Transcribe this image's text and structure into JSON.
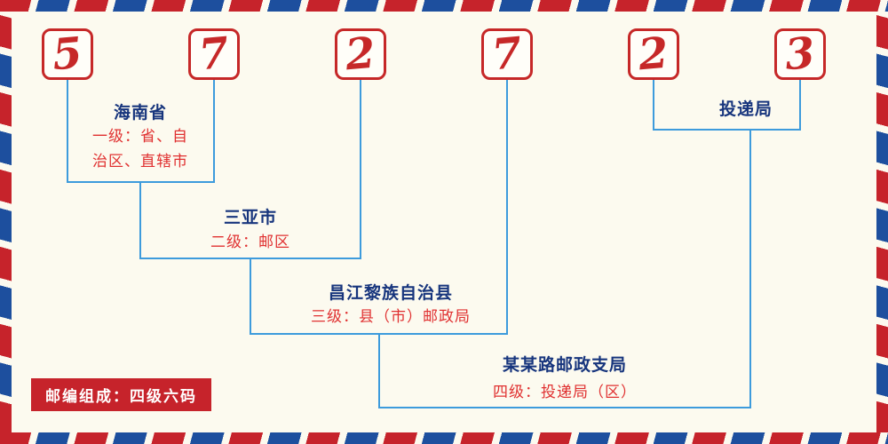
{
  "postal_code": {
    "digits": [
      "5",
      "7",
      "2",
      "7",
      "2",
      "3"
    ]
  },
  "levels": [
    {
      "name": "海南省",
      "desc": "一级：省、自治区、直辖市"
    },
    {
      "name": "三亚市",
      "desc": "二级：邮区"
    },
    {
      "name": "昌江黎族自治县",
      "desc": "三级：县（市）邮政局"
    },
    {
      "name": "某某路邮政支局",
      "desc": "四级：投递局（区）"
    },
    {
      "name": "投递局",
      "desc": ""
    }
  ],
  "badge": {
    "label": "邮编组成：四级六码"
  },
  "colors": {
    "stripe_red": "#c6232b",
    "stripe_blue": "#1d4f9e",
    "digit_red": "#c62828",
    "line_blue": "#3d9bdc",
    "name_blue": "#17357d",
    "desc_red": "#e03131",
    "badge_bg": "#c6232b"
  }
}
